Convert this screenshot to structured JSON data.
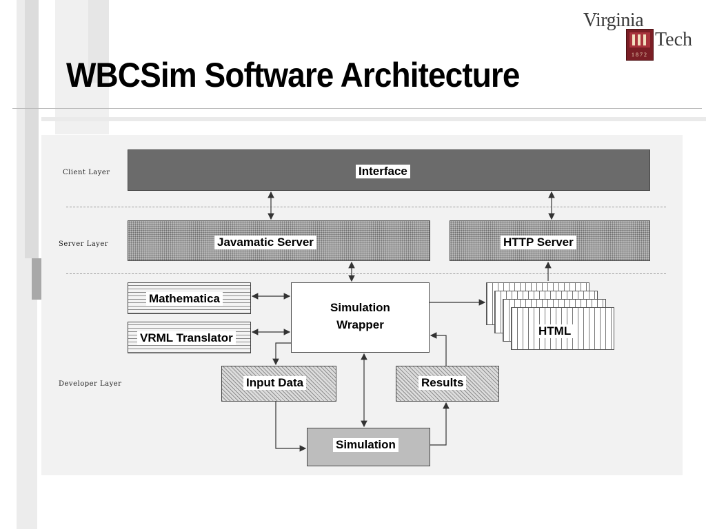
{
  "slide": {
    "title": "WBCSim Software Architecture"
  },
  "logo": {
    "line1": "Virginia",
    "line2": "Tech",
    "year": "1872"
  },
  "diagram": {
    "layers": {
      "client": "Client Layer",
      "server": "Server Layer",
      "developer": "Developer Layer"
    },
    "boxes": {
      "interface": "Interface",
      "javamatic": "Javamatic Server",
      "http": "HTTP Server",
      "mathematica": "Mathematica",
      "vrml": "VRML Translator",
      "wrapper_line1": "Simulation",
      "wrapper_line2": "Wrapper",
      "html": "HTML",
      "input_data": "Input Data",
      "results": "Results",
      "simulation": "Simulation"
    }
  }
}
